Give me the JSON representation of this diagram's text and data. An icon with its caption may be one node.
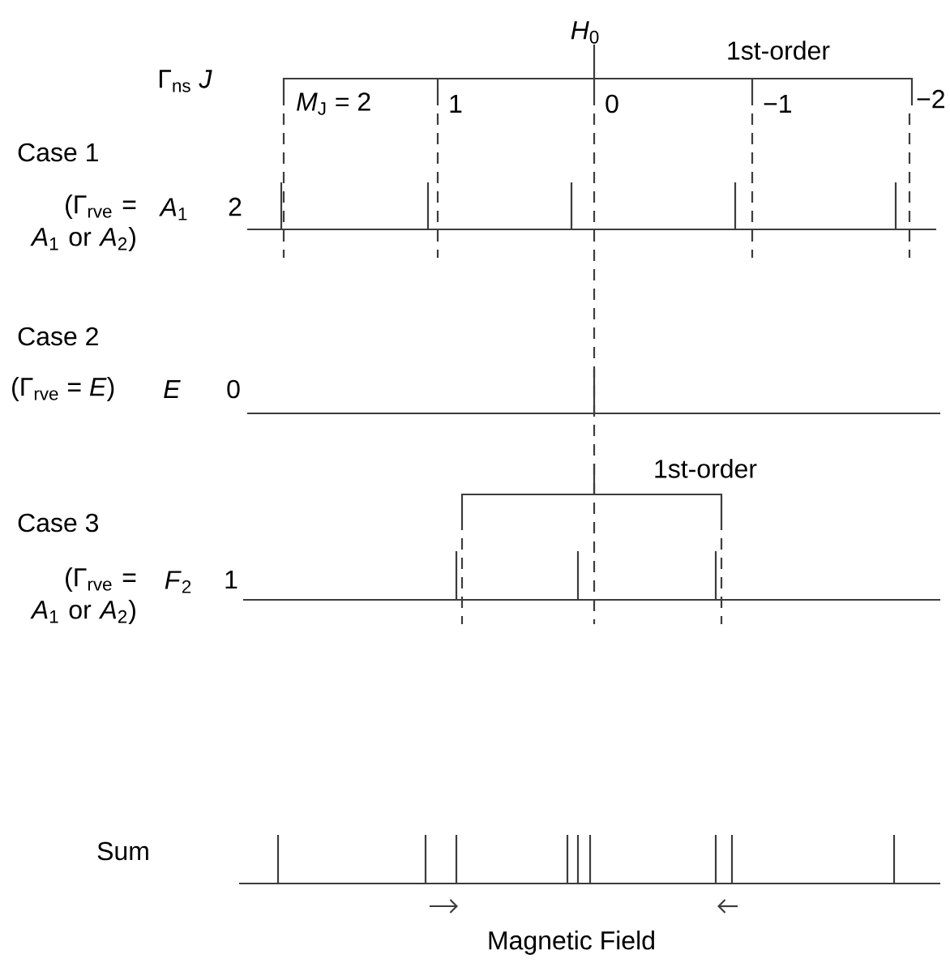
{
  "diagram": {
    "labels": [
      "*H*$_{0}$",
      "1st-order",
      "Γ$_{ns}$ *J*",
      "*M*$_{J}$ = 2",
      "1",
      "0",
      "−1",
      "−2",
      "Case 1",
      "(Γ$_{rve}$ = *A*$_{1}$ or *A*$_{2}$)",
      "*A*$_{1}$",
      "2",
      "Case 2",
      "(Γ$_{rve}$ = *E*)",
      "*E*",
      "0",
      "1st-order",
      "Case 3",
      "(Γ$_{rve}$ = *A*$_{1}$ or *A*$_{2}$)",
      "*F*$_{2}$",
      "1",
      "Sum",
      "Magnetic Field"
    ]
  }
}
